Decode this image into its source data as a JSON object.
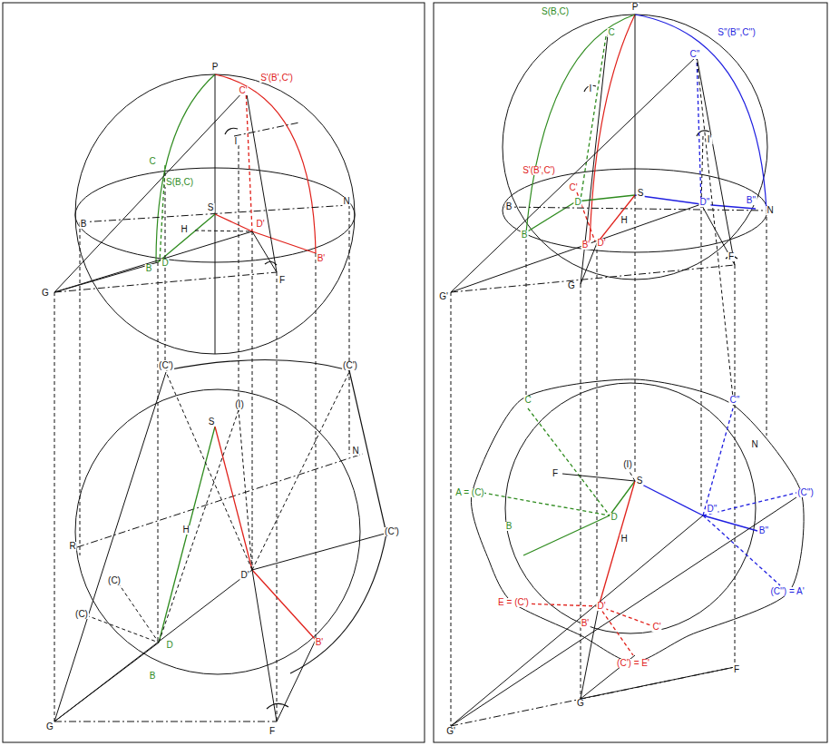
{
  "diagram": {
    "labels": [
      "P",
      "S'(B',C')",
      "C'",
      "I",
      "C",
      "S(B,C)",
      "B",
      "N",
      "S",
      "H",
      "D'",
      "B",
      "D",
      "G",
      "F",
      "B'",
      "(C')",
      "(C')",
      "(I)",
      "S",
      "N",
      "R",
      "H",
      "D'",
      "(C')",
      "(C)",
      "(C)",
      "D",
      "B",
      "B'",
      "F",
      "G",
      "S(B,C)",
      "P",
      "C",
      "S''(B'',C'')",
      "C''",
      "I",
      "I'",
      "S'(B',C')",
      "C'",
      "D",
      "S",
      "D''",
      "B",
      "N",
      "H",
      "B''",
      "B",
      "B'",
      "D'",
      "F",
      "G",
      "G'",
      "C",
      "C''",
      "N",
      "F",
      "(I)",
      "S",
      "A = (C)",
      "(C'')",
      "D",
      "B",
      "D''",
      "B''",
      "H",
      "(C'') = A'",
      "E = (C')",
      "D'",
      "B'",
      "C'",
      "(C') = E'",
      "F",
      "G",
      "G'"
    ]
  }
}
